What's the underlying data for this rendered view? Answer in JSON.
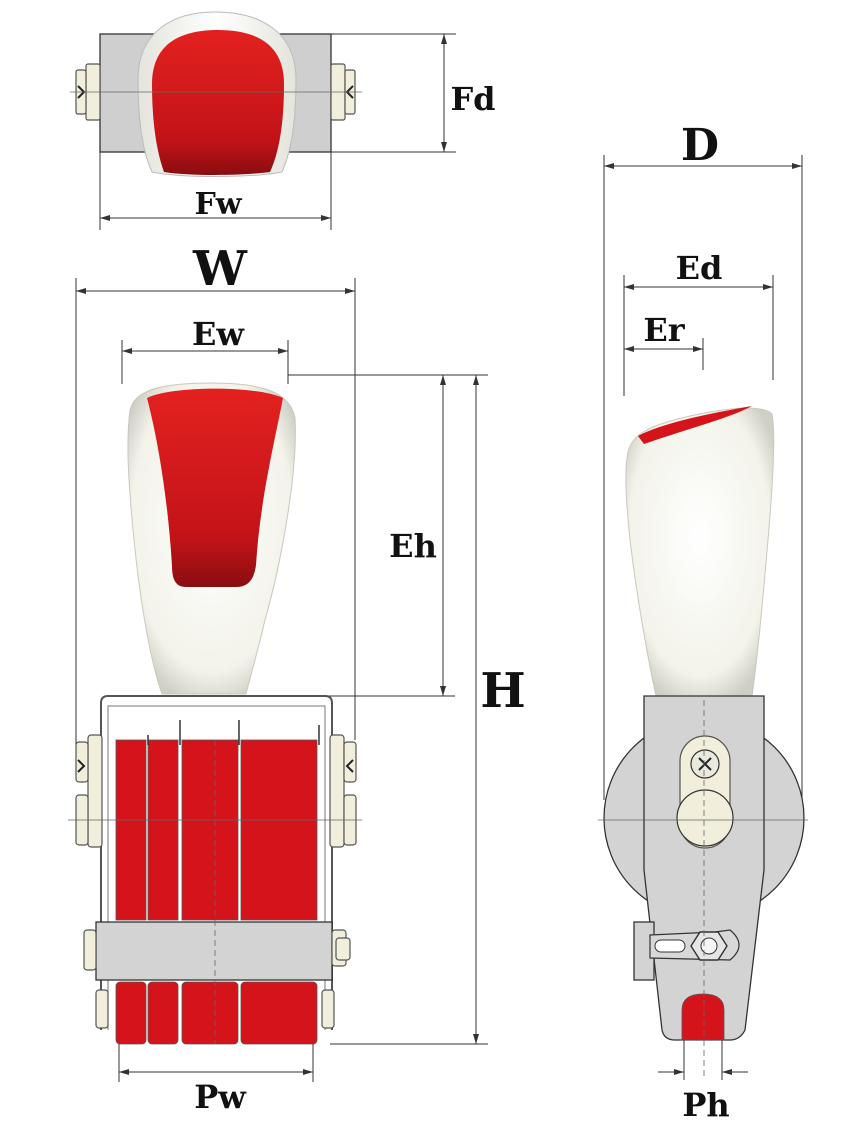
{
  "labels": {
    "fd": "Fd",
    "fw": "Fw",
    "w": "W",
    "ew": "Ew",
    "eh": "Eh",
    "h": "H",
    "pw": "Pw",
    "d": "D",
    "ed": "Ed",
    "er": "Er",
    "ph": "Ph"
  },
  "colors": {
    "rubber_red": "#d4141a",
    "handle_white": "#f8f8f2",
    "steel_gray": "#d3d3d3",
    "cream_part": "#f1eedb"
  }
}
